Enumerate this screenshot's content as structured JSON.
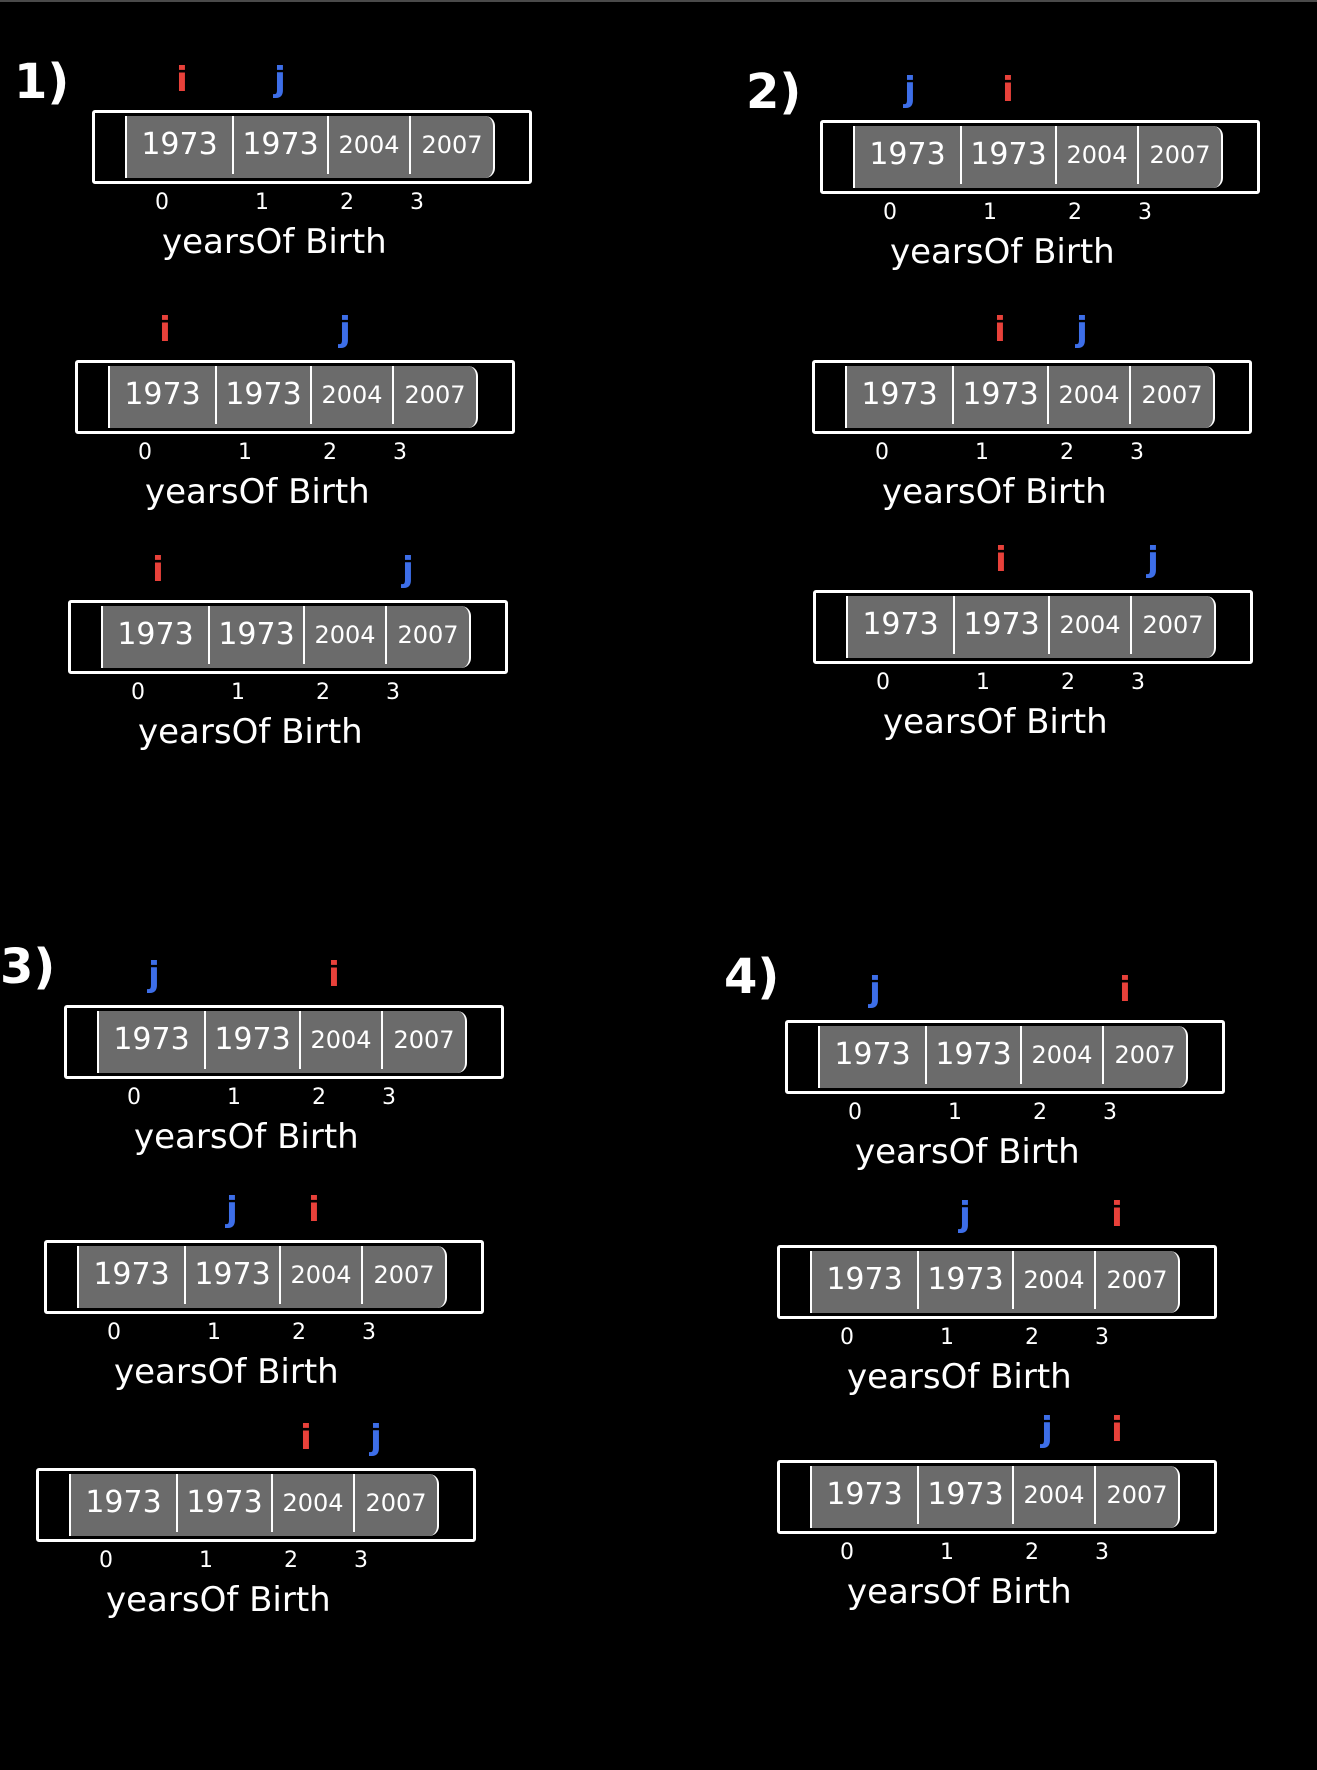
{
  "colors": {
    "background": "#000000",
    "cell_fill": "#6b6b6b",
    "outline": "#ffffff",
    "i_pointer": "#e8413a",
    "j_pointer": "#3d6ee8"
  },
  "pointer_labels": {
    "i": "i",
    "j": "j"
  },
  "panels": [
    {
      "number": "1)",
      "steps": [
        {
          "cells": [
            "1973",
            "1973",
            "2004",
            "2007"
          ],
          "indices": [
            "0",
            "1",
            "2",
            "3"
          ],
          "array_name": "yearsOf Birth",
          "i_index": 0,
          "j_index": 1
        },
        {
          "cells": [
            "1973",
            "1973",
            "2004",
            "2007"
          ],
          "indices": [
            "0",
            "1",
            "2",
            "3"
          ],
          "array_name": "yearsOf Birth",
          "i_index": 0,
          "j_index": 2
        },
        {
          "cells": [
            "1973",
            "1973",
            "2004",
            "2007"
          ],
          "indices": [
            "0",
            "1",
            "2",
            "3"
          ],
          "array_name": "yearsOf Birth",
          "i_index": 0,
          "j_index": 3
        }
      ]
    },
    {
      "number": "2)",
      "steps": [
        {
          "cells": [
            "1973",
            "1973",
            "2004",
            "2007"
          ],
          "indices": [
            "0",
            "1",
            "2",
            "3"
          ],
          "array_name": "yearsOf Birth",
          "i_index": 1,
          "j_index": 0
        },
        {
          "cells": [
            "1973",
            "1973",
            "2004",
            "2007"
          ],
          "indices": [
            "0",
            "1",
            "2",
            "3"
          ],
          "array_name": "yearsOf Birth",
          "i_index": 1,
          "j_index": 2
        },
        {
          "cells": [
            "1973",
            "1973",
            "2004",
            "2007"
          ],
          "indices": [
            "0",
            "1",
            "2",
            "3"
          ],
          "array_name": "yearsOf Birth",
          "i_index": 1,
          "j_index": 3
        }
      ]
    },
    {
      "number": "3)",
      "steps": [
        {
          "cells": [
            "1973",
            "1973",
            "2004",
            "2007"
          ],
          "indices": [
            "0",
            "1",
            "2",
            "3"
          ],
          "array_name": "yearsOf Birth",
          "i_index": 2,
          "j_index": 0
        },
        {
          "cells": [
            "1973",
            "1973",
            "2004",
            "2007"
          ],
          "indices": [
            "0",
            "1",
            "2",
            "3"
          ],
          "array_name": "yearsOf Birth",
          "i_index": 2,
          "j_index": 1
        },
        {
          "cells": [
            "1973",
            "1973",
            "2004",
            "2007"
          ],
          "indices": [
            "0",
            "1",
            "2",
            "3"
          ],
          "array_name": "yearsOf Birth",
          "i_index": 2,
          "j_index": 3
        }
      ]
    },
    {
      "number": "4)",
      "steps": [
        {
          "cells": [
            "1973",
            "1973",
            "2004",
            "2007"
          ],
          "indices": [
            "0",
            "1",
            "2",
            "3"
          ],
          "array_name": "yearsOf Birth",
          "i_index": 3,
          "j_index": 0
        },
        {
          "cells": [
            "1973",
            "1973",
            "2004",
            "2007"
          ],
          "indices": [
            "0",
            "1",
            "2",
            "3"
          ],
          "array_name": "yearsOf Birth",
          "i_index": 3,
          "j_index": 1
        },
        {
          "cells": [
            "1973",
            "1973",
            "2004",
            "2007"
          ],
          "indices": [
            "0",
            "1",
            "2",
            "3"
          ],
          "array_name": "yearsOf Birth",
          "i_index": 3,
          "j_index": 2
        }
      ]
    }
  ]
}
